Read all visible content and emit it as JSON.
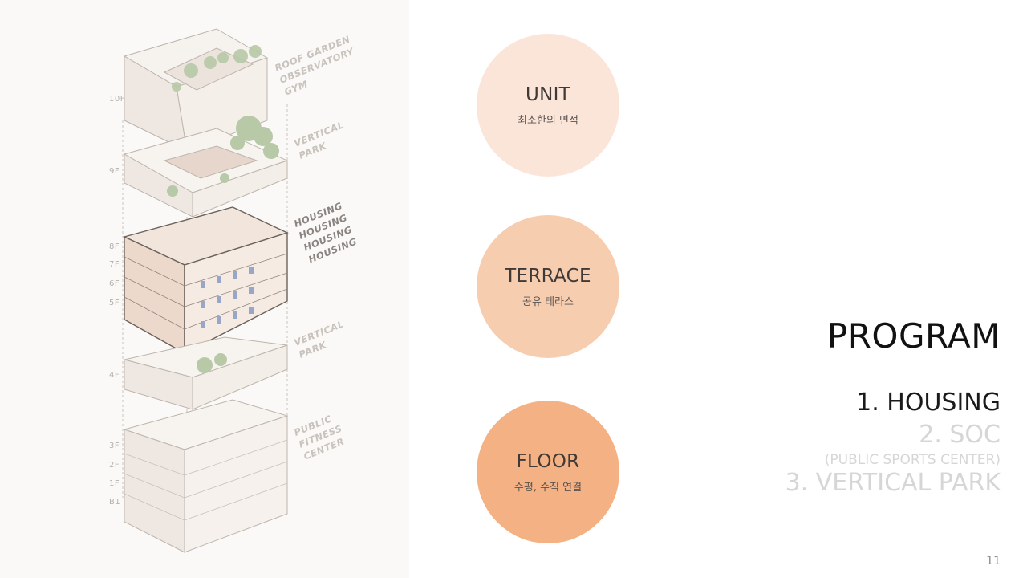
{
  "illustration": {
    "floor_labels": [
      "10F",
      "9F",
      "8F",
      "7F",
      "6F",
      "5F",
      "4F",
      "3F",
      "2F",
      "1F",
      "B1"
    ],
    "program_labels": {
      "roof": [
        "ROOF GARDEN",
        "OBSERVATORY",
        "GYM"
      ],
      "vertical_park_top": [
        "VERTICAL",
        "PARK"
      ],
      "housing": [
        "HOUSING",
        "HOUSING",
        "HOUSING",
        "HOUSING"
      ],
      "vertical_park_mid": [
        "VERTICAL",
        "PARK"
      ],
      "fitness": [
        "PUBLIC",
        "FITNESS",
        "CENTER"
      ]
    }
  },
  "circles": [
    {
      "title": "UNIT",
      "subtitle": "최소한의 면적",
      "color": "#fbe5d9"
    },
    {
      "title": "TERRACE",
      "subtitle": "공유 테라스",
      "color": "#f7cdb0"
    },
    {
      "title": "FLOOR",
      "subtitle": "수평, 수직 연결",
      "color": "#f3b184"
    }
  ],
  "program": {
    "title": "PROGRAM",
    "items": {
      "housing": "1. HOUSING",
      "soc": "2. SOC",
      "soc_sub": "(PUBLIC SPORTS CENTER)",
      "park": "3. VERTICAL PARK"
    }
  },
  "page_number": "11"
}
